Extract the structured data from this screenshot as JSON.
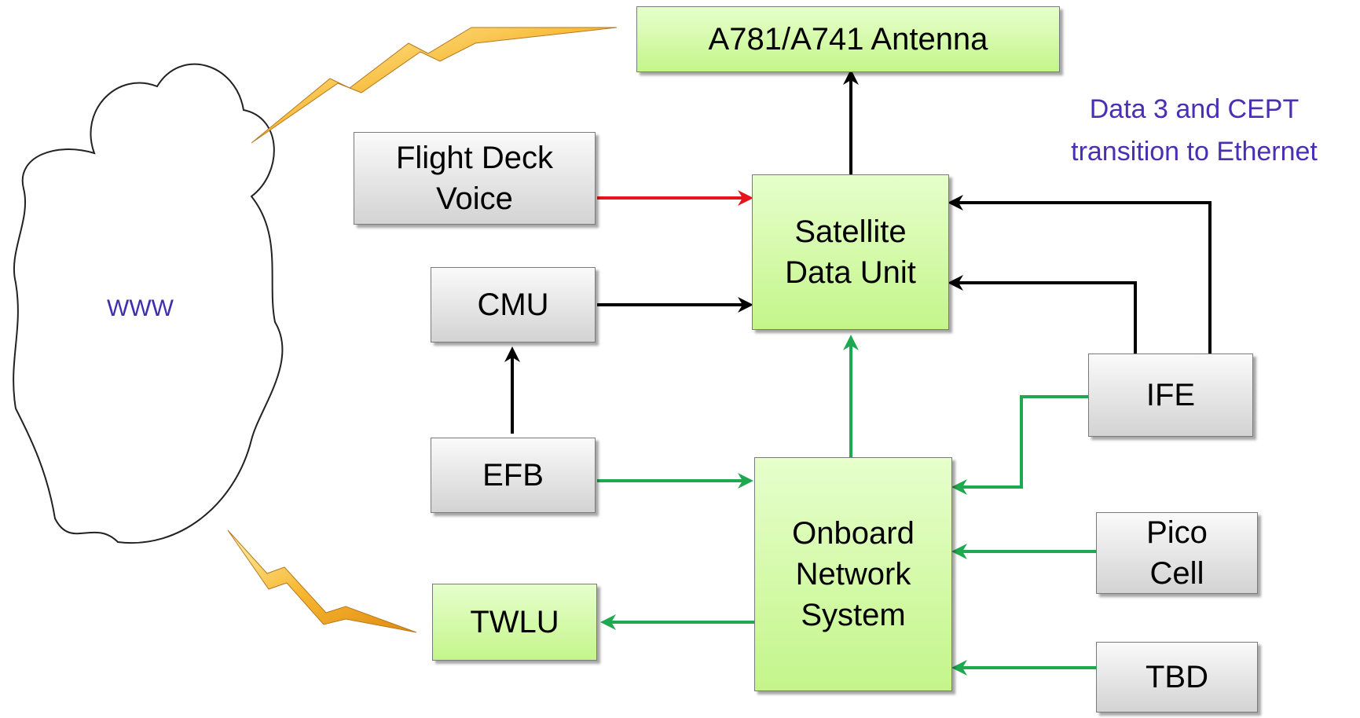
{
  "nodes": {
    "antenna": "A781/A741 Antenna",
    "flight_deck_voice": "Flight Deck\nVoice",
    "satellite_data_unit": "Satellite\nData Unit",
    "cmu": "CMU",
    "efb": "EFB",
    "ife": "IFE",
    "onboard_network_system": "Onboard\nNetwork\nSystem",
    "pico_cell": "Pico\nCell",
    "twlu": "TWLU",
    "tbd": "TBD"
  },
  "cloud_label": "WWW",
  "note": "Data 3 and CEPT\ntransition to Ethernet",
  "colors": {
    "box_green": "#c4f58a",
    "box_grey": "#d3d3d3",
    "arrow_black": "#000000",
    "arrow_red": "#e8141b",
    "arrow_green": "#1fa84f",
    "note_text": "#4a2fb5",
    "lightning": "#f5a623"
  },
  "icons": [
    "cloud-icon",
    "lightning-bolt-icon"
  ]
}
